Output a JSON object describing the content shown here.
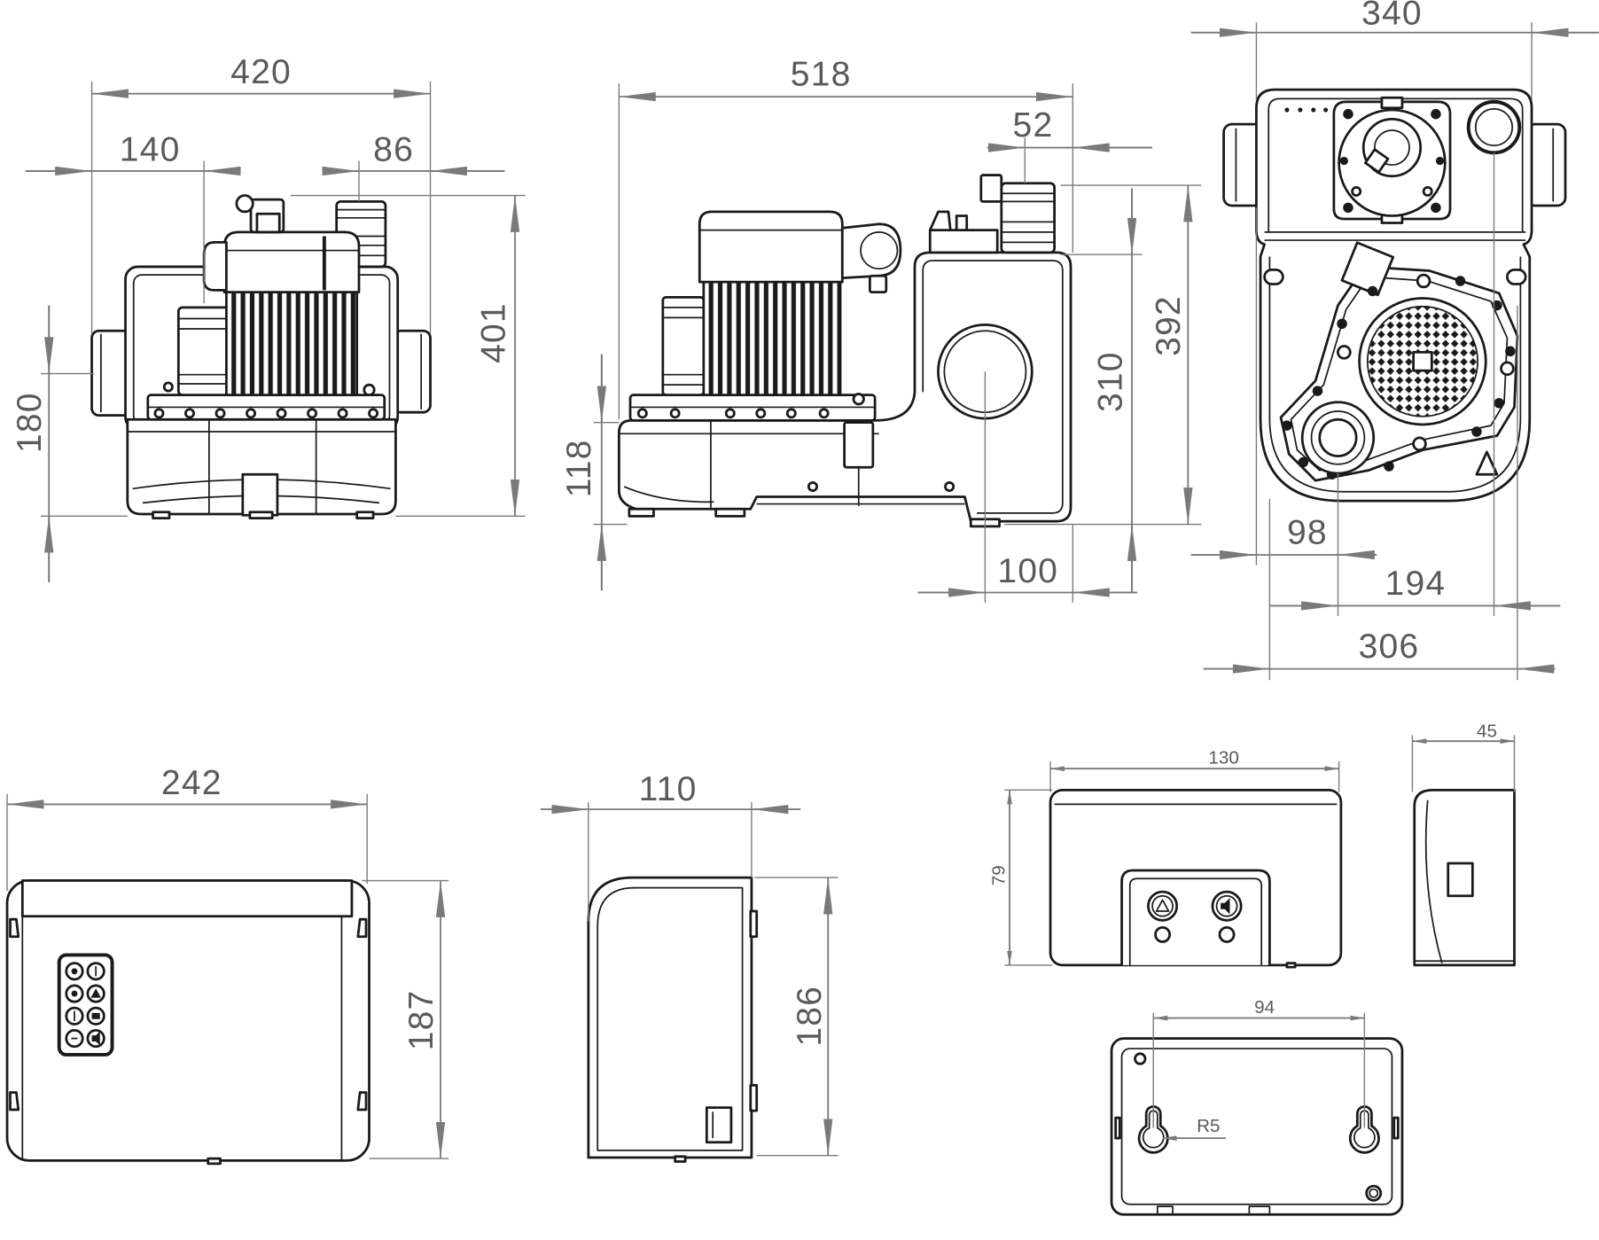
{
  "pump_front": {
    "width": "420",
    "inlet_left": "140",
    "vent_right": "86",
    "height": "401",
    "inlet_height": "180"
  },
  "pump_side": {
    "length": "518",
    "vent_offset": "52",
    "height": "392",
    "inlet_top": "310",
    "base_height": "118",
    "inlet_offset": "100"
  },
  "pump_top": {
    "overall_width": "340",
    "outlet_offset": "98",
    "outlet_center": "194",
    "body_width": "306"
  },
  "control_box_front": {
    "width": "242",
    "height": "187"
  },
  "control_box_side": {
    "depth": "110",
    "height": "186"
  },
  "alarm_front": {
    "width": "130",
    "height": "79"
  },
  "alarm_side": {
    "depth": "45"
  },
  "alarm_back": {
    "hole_spacing": "94",
    "slot_radius": "R5"
  },
  "icons": {
    "alarm_warning": "warning-triangle-icon",
    "alarm_mute": "speaker-icon",
    "keypad": "keypad-button-icon"
  },
  "colors": {
    "line": "#1a1a1a",
    "dimension": "#7a7a7a",
    "dimension_text": "#5a5a5a"
  }
}
